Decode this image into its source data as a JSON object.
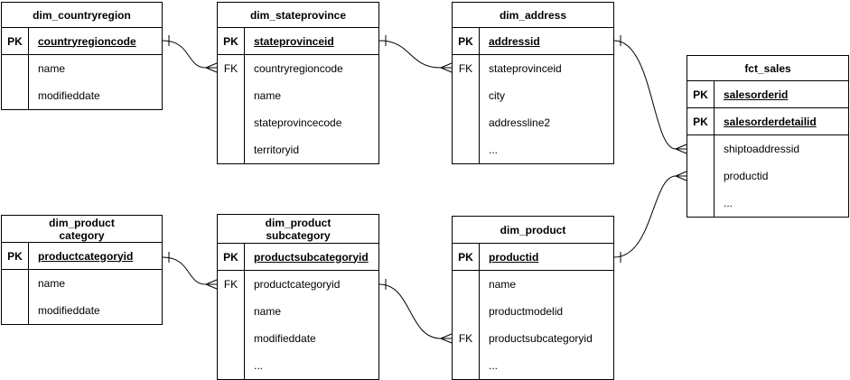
{
  "diagram": {
    "type": "entity-relationship-diagram",
    "colors": {
      "background": "#ffffff",
      "border": "#000000",
      "line": "#000000",
      "text": "#000000"
    },
    "tables": [
      {
        "name": "dim_countryregion",
        "title_lines": [
          "dim_countryregion"
        ],
        "columns": [
          {
            "key": "PK",
            "name": "countryregioncode",
            "is_pk": true
          },
          {
            "key": "",
            "name": "name"
          },
          {
            "key": "",
            "name": "modifieddate"
          }
        ]
      },
      {
        "name": "dim_stateprovince",
        "title_lines": [
          "dim_stateprovince"
        ],
        "columns": [
          {
            "key": "PK",
            "name": "stateprovinceid",
            "is_pk": true
          },
          {
            "key": "FK",
            "name": "countryregioncode"
          },
          {
            "key": "",
            "name": "name"
          },
          {
            "key": "",
            "name": "stateprovincecode"
          },
          {
            "key": "",
            "name": "territoryid"
          }
        ]
      },
      {
        "name": "dim_address",
        "title_lines": [
          "dim_address"
        ],
        "columns": [
          {
            "key": "PK",
            "name": "addressid",
            "is_pk": true
          },
          {
            "key": "FK",
            "name": "stateprovinceid"
          },
          {
            "key": "",
            "name": "city"
          },
          {
            "key": "",
            "name": "addressline2"
          },
          {
            "key": "",
            "name": "..."
          }
        ]
      },
      {
        "name": "fct_sales",
        "title_lines": [
          "fct_sales"
        ],
        "columns": [
          {
            "key": "PK",
            "name": "salesorderid",
            "is_pk": true
          },
          {
            "key": "PK",
            "name": "salesorderdetailid",
            "is_pk": true
          },
          {
            "key": "",
            "name": "shiptoaddressid"
          },
          {
            "key": "",
            "name": "productid"
          },
          {
            "key": "",
            "name": "..."
          }
        ]
      },
      {
        "name": "dim_product category",
        "title_lines": [
          "dim_product",
          "category"
        ],
        "columns": [
          {
            "key": "PK",
            "name": "productcategoryid",
            "is_pk": true
          },
          {
            "key": "",
            "name": "name"
          },
          {
            "key": "",
            "name": "modifieddate"
          }
        ]
      },
      {
        "name": "dim_product subcategory",
        "title_lines": [
          "dim_product",
          "subcategory"
        ],
        "columns": [
          {
            "key": "PK",
            "name": "productsubcategoryid",
            "is_pk": true
          },
          {
            "key": "FK",
            "name": "productcategoryid"
          },
          {
            "key": "",
            "name": "name"
          },
          {
            "key": "",
            "name": "modifieddate"
          },
          {
            "key": "",
            "name": "..."
          }
        ]
      },
      {
        "name": "dim_product",
        "title_lines": [
          "dim_product"
        ],
        "columns": [
          {
            "key": "PK",
            "name": "productid",
            "is_pk": true
          },
          {
            "key": "",
            "name": "name"
          },
          {
            "key": "",
            "name": "productmodelid"
          },
          {
            "key": "FK",
            "name": "productsubcategoryid"
          },
          {
            "key": "",
            "name": "..."
          }
        ]
      }
    ],
    "relationships": [
      {
        "from_table": "dim_countryregion",
        "from_column": "countryregioncode",
        "to_table": "dim_stateprovince",
        "to_column": "countryregioncode",
        "cardinality": "one-to-many"
      },
      {
        "from_table": "dim_stateprovince",
        "from_column": "stateprovinceid",
        "to_table": "dim_address",
        "to_column": "stateprovinceid",
        "cardinality": "one-to-many"
      },
      {
        "from_table": "dim_address",
        "from_column": "addressid",
        "to_table": "fct_sales",
        "to_column": "shiptoaddressid",
        "cardinality": "one-to-many"
      },
      {
        "from_table": "dim_product",
        "from_column": "productid",
        "to_table": "fct_sales",
        "to_column": "productid",
        "cardinality": "one-to-many"
      },
      {
        "from_table": "dim_product category",
        "from_column": "productcategoryid",
        "to_table": "dim_product subcategory",
        "to_column": "productcategoryid",
        "cardinality": "one-to-many"
      },
      {
        "from_table": "dim_product subcategory",
        "from_column": "productsubcategoryid",
        "to_table": "dim_product",
        "to_column": "productsubcategoryid",
        "cardinality": "one-to-many"
      }
    ]
  }
}
